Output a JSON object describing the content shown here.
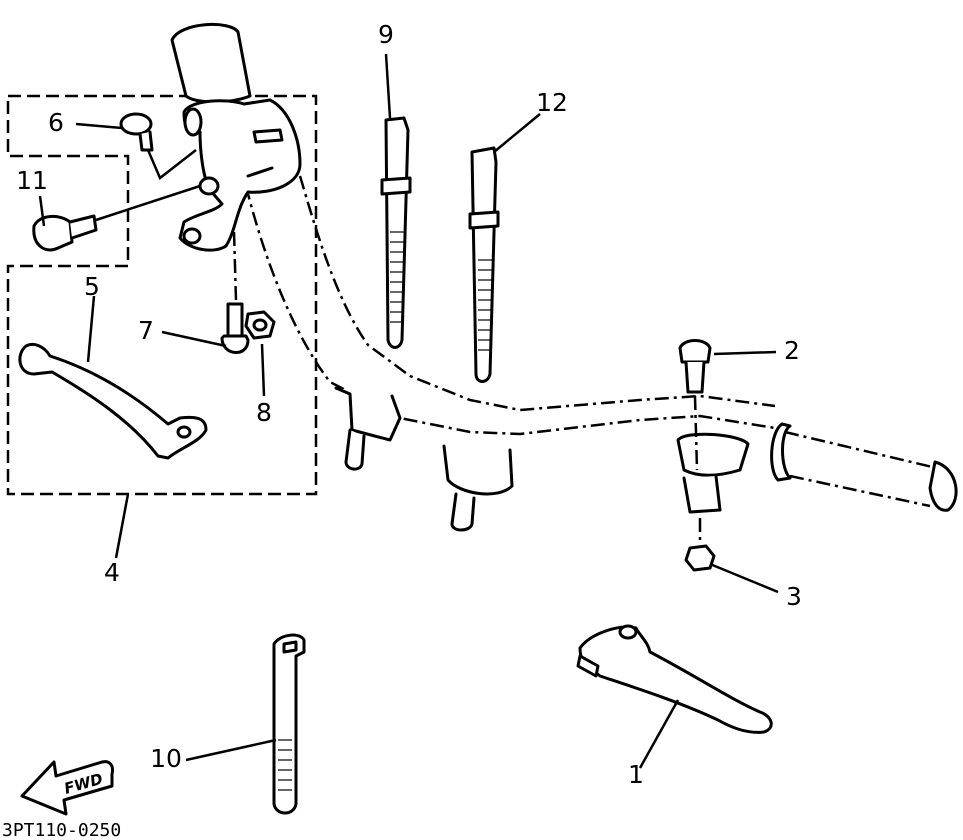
{
  "diagram": {
    "document_code": "3PT110-0250",
    "direction_label": "FWD",
    "callouts": {
      "lever_right": "1",
      "bolt_2": "2",
      "nut_3": "3",
      "group_4": "4",
      "lever_left": "5",
      "screw_6": "6",
      "bolt_7": "7",
      "nut_8": "8",
      "band_9": "9",
      "band_10": "10",
      "adjuster_11": "11",
      "band_12": "12"
    }
  }
}
